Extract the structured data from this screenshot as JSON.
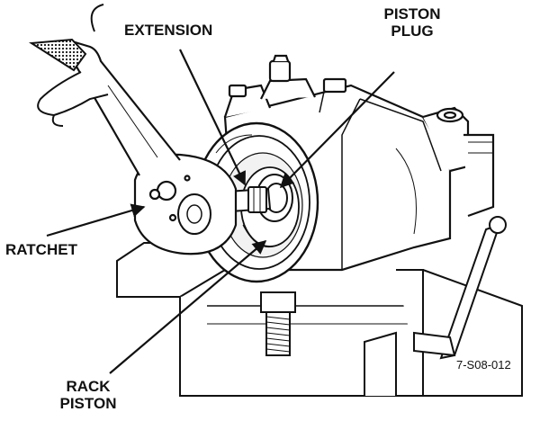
{
  "labels": {
    "extension": "EXTENSION",
    "piston_plug_line1": "PISTON",
    "piston_plug_line2": "PLUG",
    "ratchet": "RATCHET",
    "rack_piston_line1": "RACK",
    "rack_piston_line2": "PISTON"
  },
  "figure_code": "7-S08-012",
  "colors": {
    "ink": "#111111",
    "paper": "#ffffff",
    "shade": "#d9d9d9"
  }
}
